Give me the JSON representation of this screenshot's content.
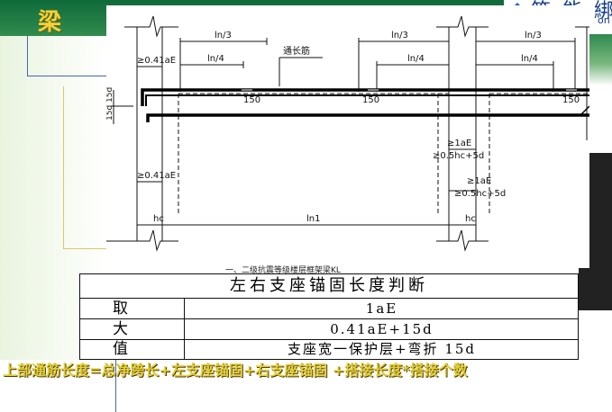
{
  "header": {
    "title_char": "梁",
    "logo_text": "笨 能 綁",
    "logo_sub": "on"
  },
  "drawing": {
    "top_labels_left": [
      "ln/3",
      "ln/4"
    ],
    "top_labels_mid": [
      "ln/3",
      "ln/4"
    ],
    "top_labels_right": [
      "ln/3",
      "ln/4"
    ],
    "through_bar_label": "通长筋",
    "lap_labels": [
      "150",
      "150",
      "150"
    ],
    "anchor_top": "≥0.41aE",
    "anchor_bottom": "≥0.41aE",
    "vertical_left": "15d 15d",
    "mid_anchor_1": "≥1aE",
    "mid_anchor_2": "≥0.5hc+5d",
    "mid_anchor_3": "≥1aE",
    "mid_anchor_4": "≥0.5hc+5d",
    "dim_hc_left": "hc",
    "dim_ln1": "ln1",
    "dim_hc_right": "hc",
    "caption": "一、二级抗震等级楼层框架梁KL"
  },
  "table": {
    "heading": "左右支座锚固长度判断",
    "rows": [
      {
        "label": "取",
        "value": "1aE"
      },
      {
        "label": "大",
        "value": "0.41aE+15d"
      },
      {
        "label": "值",
        "value": "支座宽一保护层+弯折 15d"
      }
    ]
  },
  "formula": "上部通筋长度=总净跨长+左支座锚固+右支座锚固 +搭接长度*搭接个数"
}
